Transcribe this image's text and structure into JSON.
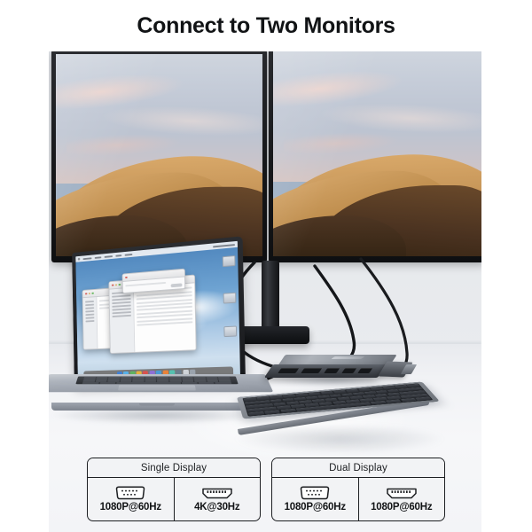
{
  "header": {
    "title": "Connect to Two Monitors"
  },
  "scene": {
    "description": "Desk setup with two external monitors, a laptop, a USB-C hub and a wireless keyboard",
    "monitors": [
      {
        "name": "left-monitor",
        "wallpaper": "desert-dune-wallpaper"
      },
      {
        "name": "right-monitor",
        "wallpaper": "desert-dune-wallpaper"
      }
    ],
    "laptop": {
      "name": "laptop",
      "wallpaper": "blue-sky-wallpaper",
      "windows": [
        "finder-window-back",
        "finder-window-front",
        "dialog-window"
      ]
    },
    "hub": {
      "name": "usb-c-hub",
      "ports": 5
    },
    "keyboard": {
      "name": "wireless-keyboard"
    }
  },
  "specs": {
    "panels": [
      {
        "title": "Single Display",
        "cells": [
          {
            "icon": "vga-port-icon",
            "value": "1080P@60Hz"
          },
          {
            "icon": "hdmi-port-icon",
            "value": "4K@30Hz"
          }
        ]
      },
      {
        "title": "Dual Display",
        "cells": [
          {
            "icon": "vga-port-icon",
            "value": "1080P@60Hz"
          },
          {
            "icon": "hdmi-port-icon",
            "value": "1080P@60Hz"
          }
        ]
      }
    ]
  },
  "colors": {
    "title_text": "#111315",
    "panel_border": "#1d1f22",
    "panel_background": "#f2f3f5",
    "wall": "#e4e7eb",
    "desk": "#f4f5f8",
    "device_dark": "#2b2e33"
  }
}
